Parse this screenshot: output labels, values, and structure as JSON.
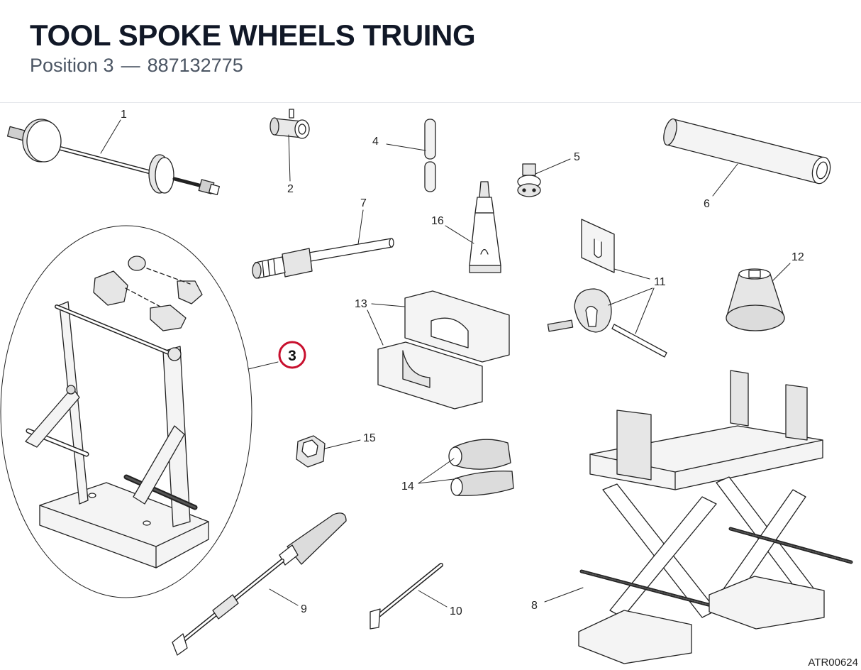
{
  "header": {
    "title": "TOOL SPOKE WHEELS TRUING",
    "position_label": "Position 3",
    "separator": "—",
    "part_number": "887132775"
  },
  "reference_code": "ATR00624",
  "highlighted_callout": "3",
  "callouts": {
    "c1": "1",
    "c2": "2",
    "c4": "4",
    "c5": "5",
    "c6": "6",
    "c7": "7",
    "c8": "8",
    "c9": "9",
    "c10": "10",
    "c11": "11",
    "c12": "12",
    "c13": "13",
    "c14": "14",
    "c15": "15",
    "c16": "16"
  },
  "colors": {
    "highlight": "#c8102e",
    "line": "#222222",
    "fill_light": "#ffffff",
    "fill_shade": "#dcdcdc",
    "fill_dark": "#b5b5b5"
  }
}
